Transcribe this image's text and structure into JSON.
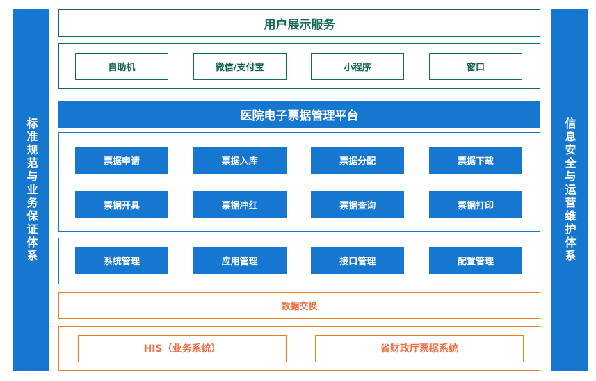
{
  "colors": {
    "blue": "#1677d0",
    "green": "#166a58",
    "orange_border": "#e8801e",
    "orange_text": "#ee6f43",
    "white": "#ffffff"
  },
  "left_pillar": {
    "label": "标准规范与业务保证体系"
  },
  "right_pillar": {
    "label": "信息安全与运营维护体系"
  },
  "user_display": {
    "title": "用户展示服务",
    "channels": [
      "自助机",
      "微信/支付宝",
      "小程序",
      "窗口"
    ]
  },
  "platform": {
    "title": "医院电子票据管理平台",
    "features": [
      "票据申请",
      "票据入库",
      "票据分配",
      "票据下载",
      "票据开具",
      "票据冲红",
      "票据查询",
      "票据打印"
    ],
    "management": [
      "系统管理",
      "应用管理",
      "接口管理",
      "配置管理"
    ]
  },
  "integration": {
    "exchange_label": "数据交换",
    "external_systems": [
      "HIS（业务系统）",
      "省财政厅票据系统"
    ]
  }
}
